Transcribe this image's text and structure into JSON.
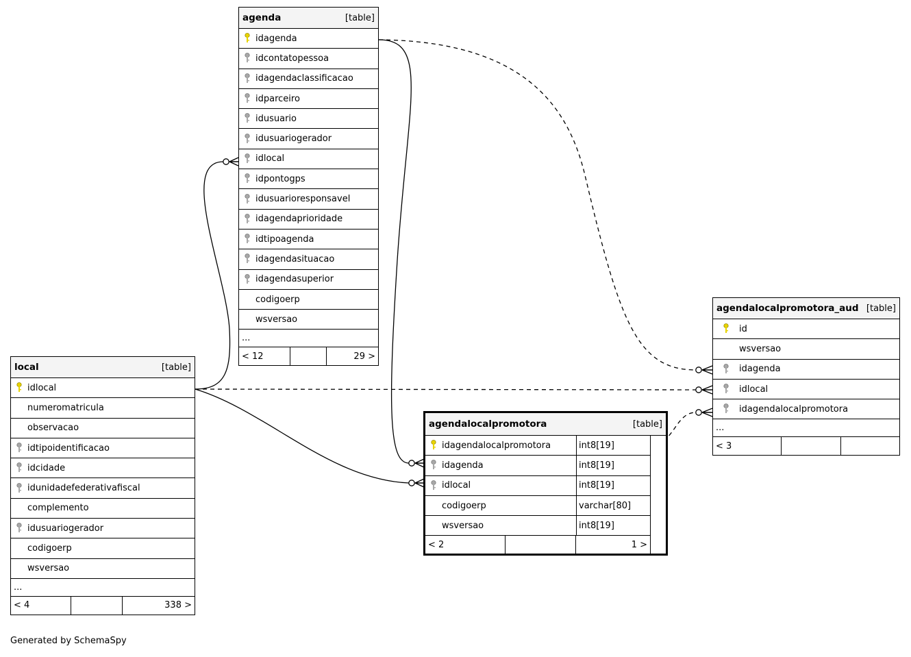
{
  "colors": {
    "primary_key": "#e8d400",
    "foreign_key": "#a8a8a8",
    "line": "#000000",
    "header_bg": "#f4f4f4"
  },
  "generated_by": "Generated by SchemaSpy",
  "tables": {
    "agenda": {
      "name": "agenda",
      "type": "[table]",
      "columns": [
        {
          "name": "idagenda",
          "key": "pk-icon"
        },
        {
          "name": "idcontatopessoa",
          "key": "fk-icon"
        },
        {
          "name": "idagendaclassificacao",
          "key": "fk-icon"
        },
        {
          "name": "idparceiro",
          "key": "fk-icon"
        },
        {
          "name": "idusuario",
          "key": "fk-icon"
        },
        {
          "name": "idusuariogerador",
          "key": "fk-icon"
        },
        {
          "name": "idlocal",
          "key": "fk-icon"
        },
        {
          "name": "idpontogps",
          "key": "fk-icon"
        },
        {
          "name": "idusuarioresponsavel",
          "key": "fk-icon"
        },
        {
          "name": "idagendaprioridade",
          "key": "fk-icon"
        },
        {
          "name": "idtipoagenda",
          "key": "fk-icon"
        },
        {
          "name": "idagendasituacao",
          "key": "fk-icon"
        },
        {
          "name": "idagendasuperior",
          "key": "fk-icon"
        },
        {
          "name": "codigoerp",
          "key": ""
        },
        {
          "name": "wsversao",
          "key": ""
        }
      ],
      "more": "...",
      "footer": [
        "< 12",
        "",
        "29 >"
      ]
    },
    "local": {
      "name": "local",
      "type": "[table]",
      "columns": [
        {
          "name": "idlocal",
          "key": "pk-icon"
        },
        {
          "name": "numeromatricula",
          "key": ""
        },
        {
          "name": "observacao",
          "key": ""
        },
        {
          "name": "idtipoidentificacao",
          "key": "fk-icon"
        },
        {
          "name": "idcidade",
          "key": "fk-icon"
        },
        {
          "name": "idunidadefederativafiscal",
          "key": "fk-icon"
        },
        {
          "name": "complemento",
          "key": ""
        },
        {
          "name": "idusuariogerador",
          "key": "fk-icon"
        },
        {
          "name": "codigoerp",
          "key": ""
        },
        {
          "name": "wsversao",
          "key": ""
        }
      ],
      "more": "...",
      "footer": [
        "< 4",
        "",
        "338 >"
      ]
    },
    "agendalocalpromotora": {
      "name": "agendalocalpromotora",
      "type": "[table]",
      "columns": [
        {
          "name": "idagendalocalpromotora",
          "key": "pk-icon",
          "datatype": "int8[19]"
        },
        {
          "name": "idagenda",
          "key": "fk-icon",
          "datatype": "int8[19]"
        },
        {
          "name": "idlocal",
          "key": "fk-icon",
          "datatype": "int8[19]"
        },
        {
          "name": "codigoerp",
          "key": "",
          "datatype": "varchar[80]"
        },
        {
          "name": "wsversao",
          "key": "",
          "datatype": "int8[19]"
        }
      ],
      "footer": [
        "< 2",
        "",
        "1 >"
      ]
    },
    "agendalocalpromotora_aud": {
      "name": "agendalocalpromotora_aud",
      "type": "[table]",
      "columns": [
        {
          "name": "id",
          "key": "pk-icon"
        },
        {
          "name": "wsversao",
          "key": ""
        },
        {
          "name": "idagenda",
          "key": "fk-icon"
        },
        {
          "name": "idlocal",
          "key": "fk-icon"
        },
        {
          "name": "idagendalocalpromotora",
          "key": "fk-icon"
        }
      ],
      "more": "...",
      "footer": [
        "< 3",
        "",
        ""
      ]
    }
  },
  "relationships": [
    {
      "from": "agenda.idagenda",
      "to": "agendalocalpromotora.idagenda",
      "style": "solid"
    },
    {
      "from": "agenda.idagenda",
      "to": "agendalocalpromotora_aud.idagenda",
      "style": "dashed"
    },
    {
      "from": "local.idlocal",
      "to": "agenda.idlocal",
      "style": "solid"
    },
    {
      "from": "local.idlocal",
      "to": "agendalocalpromotora.idlocal",
      "style": "solid"
    },
    {
      "from": "local.idlocal",
      "to": "agendalocalpromotora_aud.idlocal",
      "style": "dashed"
    },
    {
      "from": "agendalocalpromotora.idagendalocalpromotora",
      "to": "agendalocalpromotora_aud.idagendalocalpromotora",
      "style": "dashed"
    }
  ]
}
